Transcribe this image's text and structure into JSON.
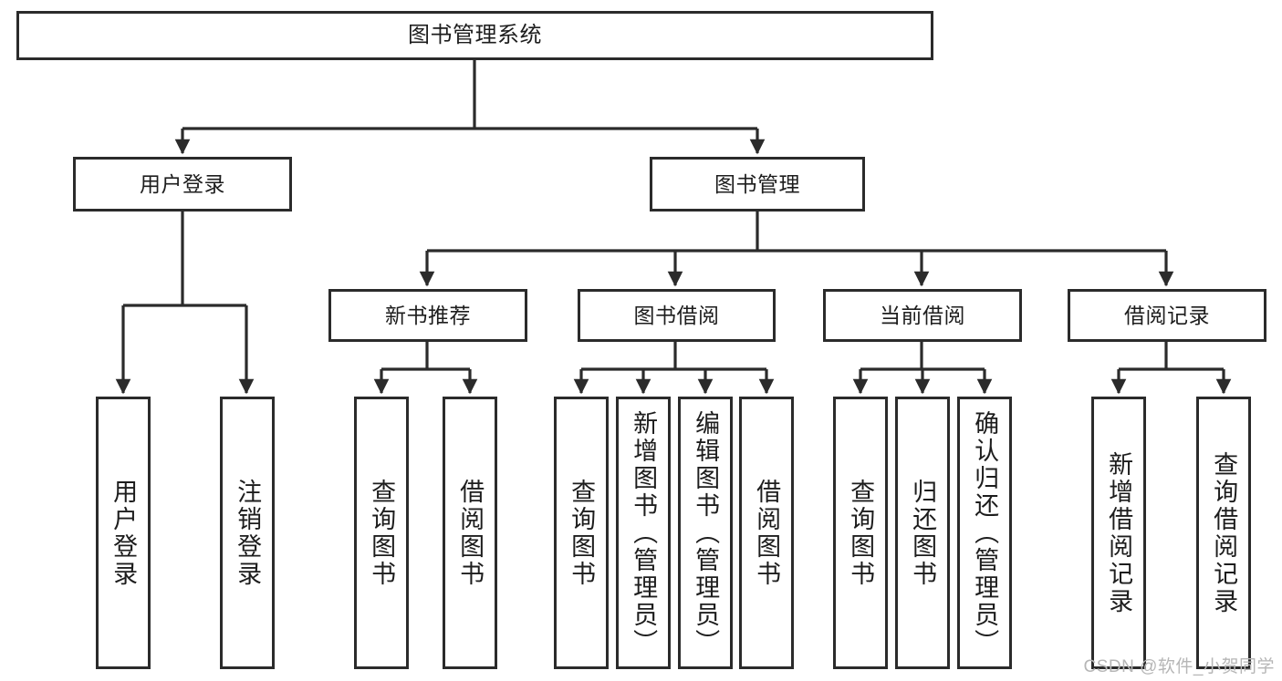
{
  "diagram": {
    "title": "图书管理系统",
    "watermark": "CSDN @软件_小贺同学",
    "colors": {
      "stroke": "#2b2b2b",
      "fill": "#ffffff",
      "text": "#1d1d1d",
      "watermark": "#b6b6b6"
    },
    "nodes": {
      "root": {
        "label": "图书管理系统"
      },
      "level2": [
        {
          "label": "用户登录"
        },
        {
          "label": "图书管理"
        }
      ],
      "level3": [
        {
          "label": "新书推荐"
        },
        {
          "label": "图书借阅"
        },
        {
          "label": "当前借阅"
        },
        {
          "label": "借阅记录"
        }
      ],
      "leaves_user_login": [
        {
          "label": "用户登录"
        },
        {
          "label": "注销登录"
        }
      ],
      "leaves_new_book": [
        {
          "label": "查询图书"
        },
        {
          "label": "借阅图书"
        }
      ],
      "leaves_borrow": [
        {
          "label": "查询图书"
        },
        {
          "label": "新增图书（管理员）"
        },
        {
          "label": "编辑图书（管理员）"
        },
        {
          "label": "借阅图书"
        }
      ],
      "leaves_current": [
        {
          "label": "查询图书"
        },
        {
          "label": "归还图书"
        },
        {
          "label": "确认归还（管理员）"
        }
      ],
      "leaves_records": [
        {
          "label": "新增借阅记录"
        },
        {
          "label": "查询借阅记录"
        }
      ]
    }
  }
}
